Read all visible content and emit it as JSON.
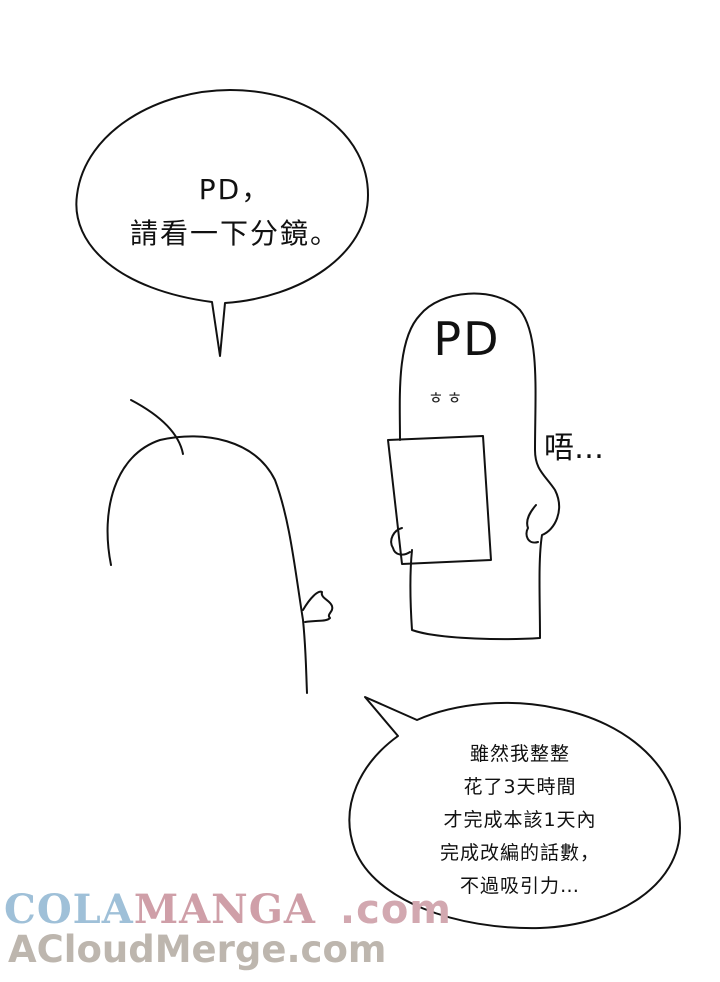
{
  "bubble_top": {
    "lines": [
      "PD，",
      "請看一下分鏡。"
    ]
  },
  "bubble_bottom": {
    "lines": [
      "雖然我整整",
      "花了3天時間",
      "才完成本該1天內",
      "完成改編的話數，",
      "不過吸引力…"
    ]
  },
  "character_label": "PD",
  "character_face": "ㅎㅎ",
  "mumble": "唔…",
  "watermark": {
    "part1": "COLA",
    "part2": "MANGA",
    "part3": ".com",
    "line2": "ACloudMerge.com"
  }
}
